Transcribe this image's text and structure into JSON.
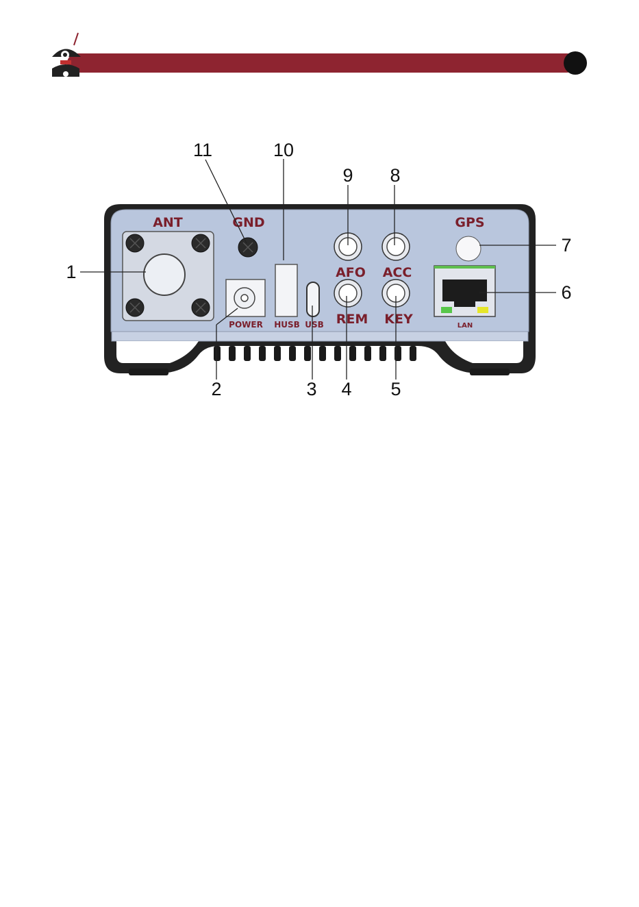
{
  "colors": {
    "banner": "#8e2430",
    "label": "#7a1f2b",
    "panel": "#b9c6dd",
    "body": "#2a2a2a",
    "led_green": "#58c74a",
    "led_yellow": "#e6e62a"
  },
  "header": {
    "logo_icon": "pirate-robot-logo-icon",
    "end_cap_icon": "black-circle-icon"
  },
  "panel_labels": {
    "ant": "ANT",
    "gnd": "GND",
    "power": "POWER",
    "husb": "HUSB",
    "usb": "USB",
    "afo": "AFO",
    "acc": "ACC",
    "rem": "REM",
    "key": "KEY",
    "gps": "GPS",
    "lan": "LAN"
  },
  "callouts": {
    "c1": "1",
    "c2": "2",
    "c3": "3",
    "c4": "4",
    "c5": "5",
    "c6": "6",
    "c7": "7",
    "c8": "8",
    "c9": "9",
    "c10": "10",
    "c11": "11"
  }
}
